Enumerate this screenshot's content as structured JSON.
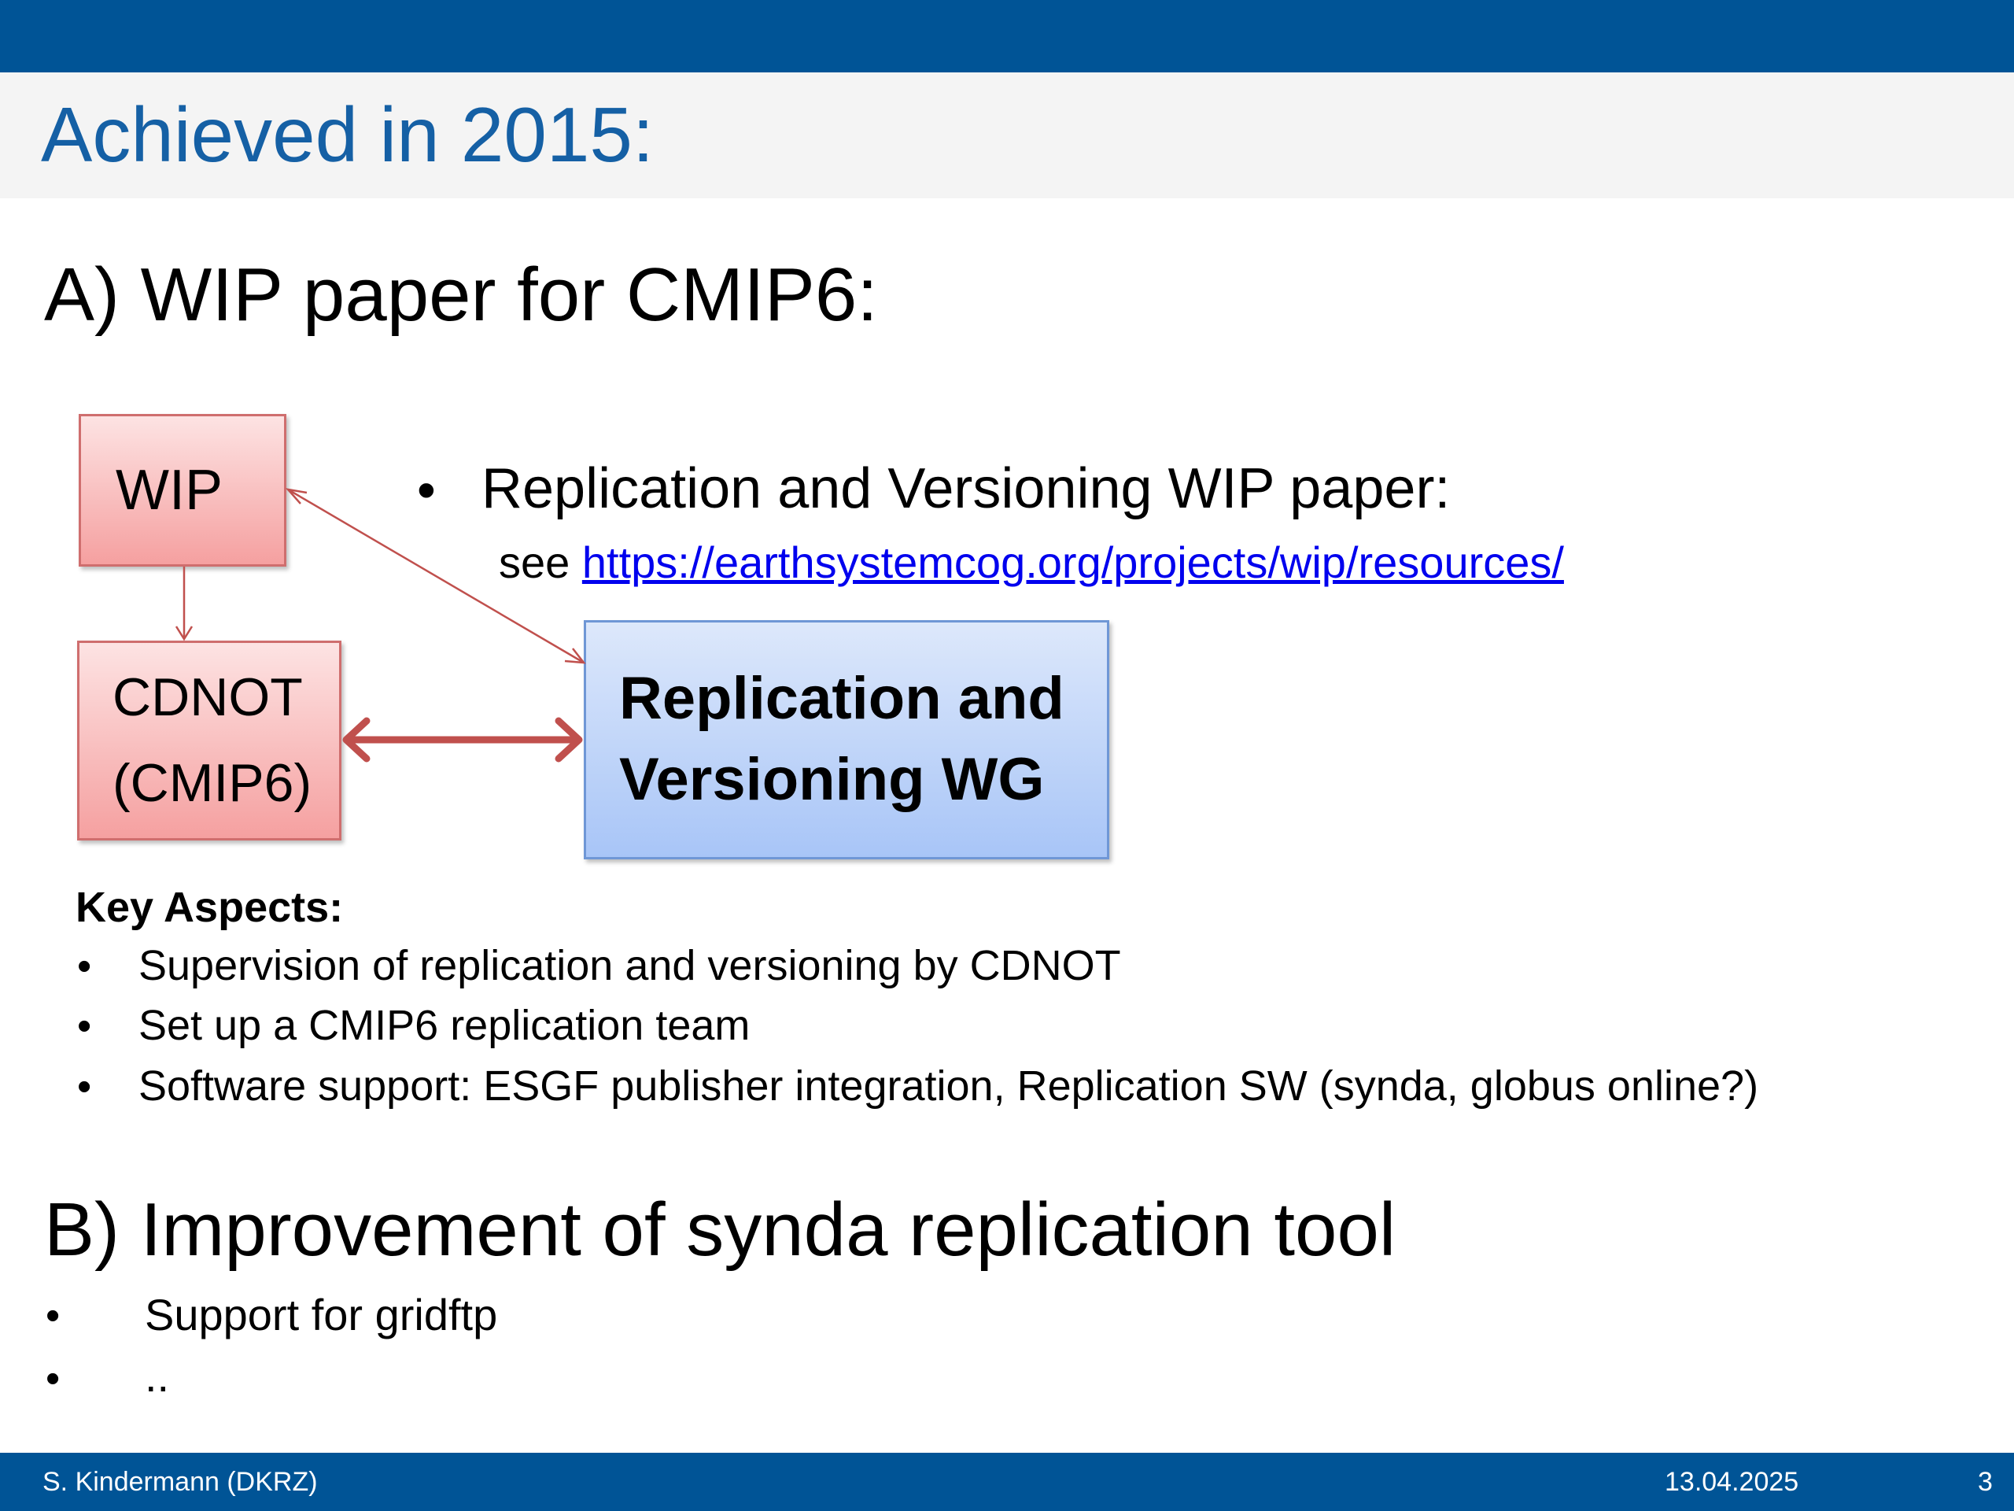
{
  "slide": {
    "title": "Achieved in 2015:",
    "section_a_heading": "A) WIP paper for CMIP6:",
    "section_b_heading": "B) Improvement of synda replication tool"
  },
  "diagram": {
    "wip_label": "WIP",
    "cdnot_line1": "CDNOT",
    "cdnot_line2": "(CMIP6)",
    "wg_line1": "Replication and",
    "wg_line2": "Versioning WG",
    "colors": {
      "red_box": "#f5a0a0",
      "blue_box": "#a8c5f7",
      "arrow": "#c0504d"
    }
  },
  "rv_paper": {
    "bullet": "Replication and Versioning WIP paper:",
    "see_prefix": "see ",
    "link": "https://earthsystemcog.org/projects/wip/resources/"
  },
  "key_aspects": {
    "heading": "Key Aspects:",
    "items": [
      "Supervision of replication and versioning by CDNOT",
      "Set up a CMIP6 replication team",
      "Software support: ESGF publisher integration, Replication SW (synda, globus online?)"
    ]
  },
  "synda": {
    "items": [
      "Support for gridftp",
      ".."
    ]
  },
  "footer": {
    "author": "S. Kindermann (DKRZ)",
    "date": "13.04.2025",
    "page": "3"
  },
  "colors": {
    "brand_blue": "#005496",
    "title_blue": "#1560a5",
    "title_band": "#f4f4f4"
  }
}
